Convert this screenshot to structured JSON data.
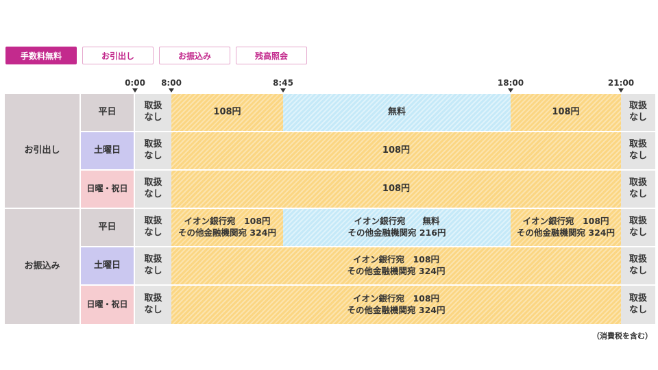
{
  "tabs": [
    "手数料無料",
    "お引出し",
    "お振込み",
    "残高照会"
  ],
  "times": [
    "0:00",
    "8:00",
    "8:45",
    "18:00",
    "21:00"
  ],
  "categories": {
    "withdraw": "お引出し",
    "transfer": "お振込み"
  },
  "days": {
    "weekday": "平日",
    "saturday": "土曜日",
    "holiday": "日曜・祝日"
  },
  "na_label": "取扱\nなし",
  "fee_108": "108円",
  "free": "無料",
  "transfer": {
    "aeon": "イオン銀行宛",
    "other": "その他金融機関宛",
    "aeon_108": "イオン銀行宛　108円",
    "other_324": "その他金融機関宛 324円",
    "aeon_free": "イオン銀行宛　　無料",
    "other_216": "その他金融機関宛 216円"
  },
  "note": "（消費税を含む）",
  "colors": {
    "accent": "#c32a8d",
    "fee": "#fbd683",
    "free": "#c5e9f8",
    "na": "#e4e4e4"
  }
}
